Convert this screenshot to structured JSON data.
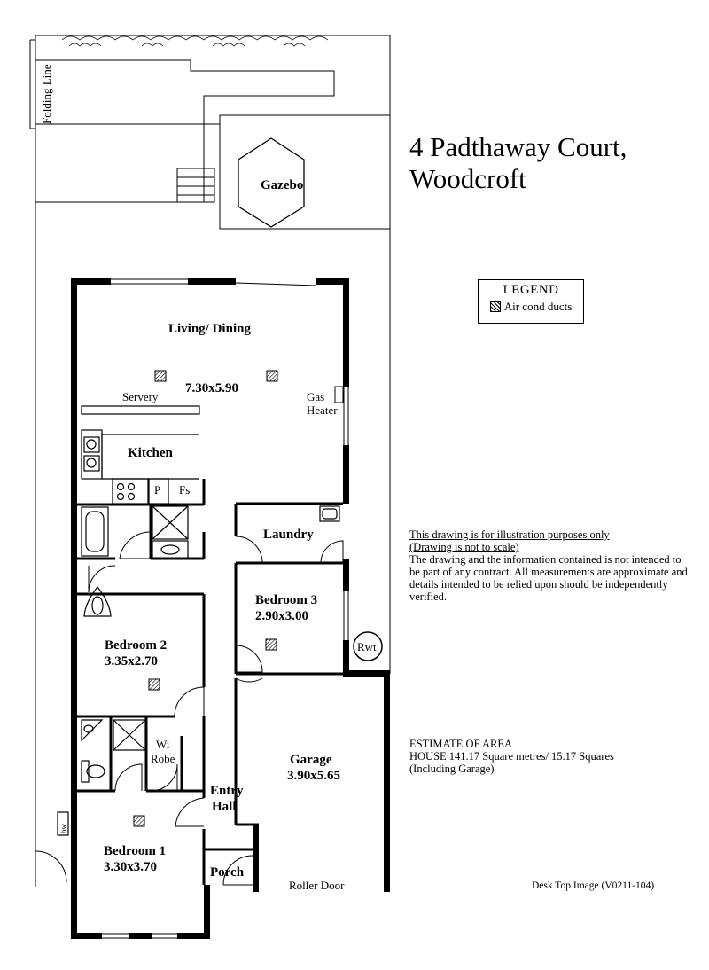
{
  "title": {
    "line1": "4 Padthaway Court,",
    "line2": "Woodcroft"
  },
  "legend": {
    "heading": "LEGEND",
    "item": "Air cond ducts"
  },
  "disclaimer": {
    "line1": "This drawing is for illustration purposes only",
    "line2": "(Drawing is not to scale)",
    "body": "The drawing and the information contained is not intended to be part of any contract. All measurements are approximate and details intended to be relied upon should be independently verified."
  },
  "area": {
    "heading": "ESTIMATE OF AREA",
    "house": "HOUSE  141.17 Square metres/ 15.17 Squares",
    "note": "(Including Garage)"
  },
  "footer": "Desk Top Image  (V0211-104)",
  "labels": {
    "folding_line": "Folding Line",
    "gazebo": "Gazebo",
    "living": "Living/ Dining",
    "living_dim": "7.30x5.90",
    "servery": "Servery",
    "gas": "Gas",
    "heater": "Heater",
    "kitchen": "Kitchen",
    "p": "P",
    "fs": "Fs",
    "laundry": "Laundry",
    "bed3": "Bedroom 3",
    "bed3_dim": "2.90x3.00",
    "rwt": "Rwt",
    "bed2": "Bedroom 2",
    "bed2_dim": "3.35x2.70",
    "wi": "Wi",
    "robe": "Robe",
    "entry": "Entry",
    "hall": "Hall",
    "garage": "Garage",
    "garage_dim": "3.90x5.65",
    "bed1": "Bedroom 1",
    "bed1_dim": "3.30x3.70",
    "porch": "Porch",
    "roller": "Roller Door",
    "hw": "hw"
  },
  "colors": {
    "ink": "#000000",
    "paper": "#ffffff"
  }
}
